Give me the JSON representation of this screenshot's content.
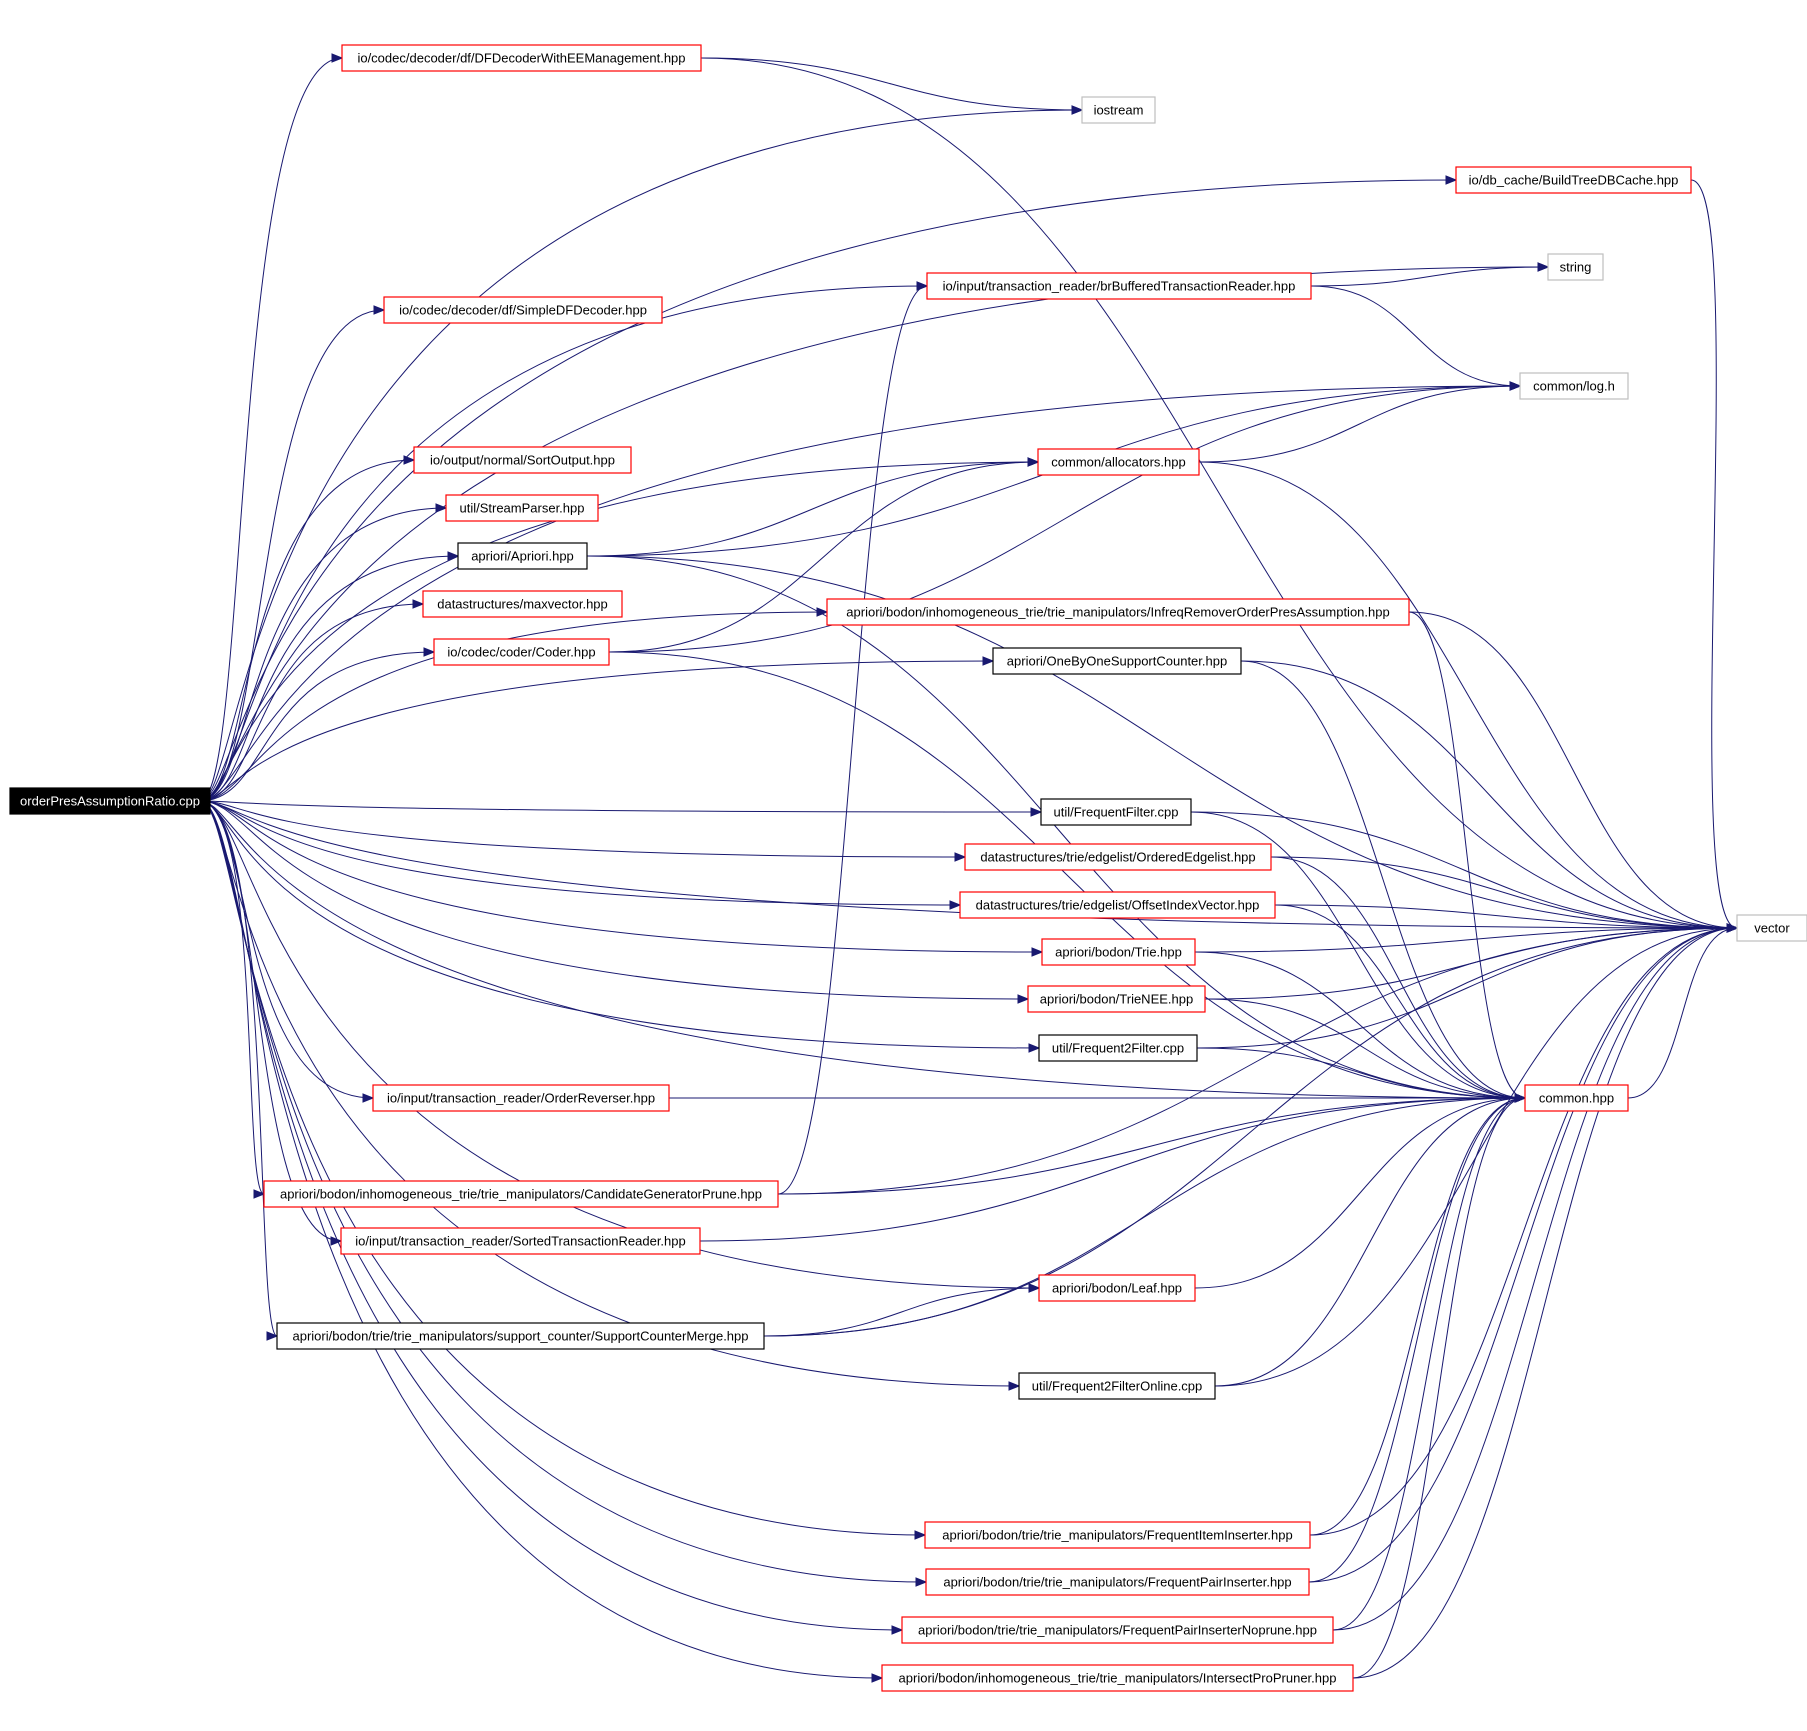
{
  "graph": {
    "root": "orderPresAssumptionRatio.cpp",
    "nodes": [
      {
        "id": "root",
        "label": "orderPresAssumptionRatio.cpp",
        "style": "root"
      },
      {
        "id": "dfdee",
        "label": "io/codec/decoder/df/DFDecoderWithEEManagement.hpp",
        "style": "red"
      },
      {
        "id": "iostream",
        "label": "iostream",
        "style": "gray"
      },
      {
        "id": "btdb",
        "label": "io/db_cache/BuildTreeDBCache.hpp",
        "style": "red"
      },
      {
        "id": "string",
        "label": "string",
        "style": "gray"
      },
      {
        "id": "brbuf",
        "label": "io/input/transaction_reader/brBufferedTransactionReader.hpp",
        "style": "red"
      },
      {
        "id": "sdf",
        "label": "io/codec/decoder/df/SimpleDFDecoder.hpp",
        "style": "red"
      },
      {
        "id": "log",
        "label": "common/log.h",
        "style": "gray"
      },
      {
        "id": "alloc",
        "label": "common/allocators.hpp",
        "style": "red"
      },
      {
        "id": "sortout",
        "label": "io/output/normal/SortOutput.hpp",
        "style": "red"
      },
      {
        "id": "streamp",
        "label": "util/StreamParser.hpp",
        "style": "red"
      },
      {
        "id": "apriori",
        "label": "apriori/Apriori.hpp",
        "style": "black"
      },
      {
        "id": "maxvec",
        "label": "datastructures/maxvector.hpp",
        "style": "red"
      },
      {
        "id": "infreq",
        "label": "apriori/bodon/inhomogeneous_trie/trie_manipulators/InfreqRemoverOrderPresAssumption.hpp",
        "style": "red"
      },
      {
        "id": "coder",
        "label": "io/codec/coder/Coder.hpp",
        "style": "red"
      },
      {
        "id": "obo",
        "label": "apriori/OneByOneSupportCounter.hpp",
        "style": "black"
      },
      {
        "id": "ff",
        "label": "util/FrequentFilter.cpp",
        "style": "black"
      },
      {
        "id": "oel",
        "label": "datastructures/trie/edgelist/OrderedEdgelist.hpp",
        "style": "red"
      },
      {
        "id": "oiv",
        "label": "datastructures/trie/edgelist/OffsetIndexVector.hpp",
        "style": "red"
      },
      {
        "id": "vector",
        "label": "vector",
        "style": "gray"
      },
      {
        "id": "trie",
        "label": "apriori/bodon/Trie.hpp",
        "style": "red"
      },
      {
        "id": "trienee",
        "label": "apriori/bodon/TrieNEE.hpp",
        "style": "red"
      },
      {
        "id": "f2f",
        "label": "util/Frequent2Filter.cpp",
        "style": "black"
      },
      {
        "id": "orev",
        "label": "io/input/transaction_reader/OrderReverser.hpp",
        "style": "red"
      },
      {
        "id": "common",
        "label": "common.hpp",
        "style": "red"
      },
      {
        "id": "cgp",
        "label": "apriori/bodon/inhomogeneous_trie/trie_manipulators/CandidateGeneratorPrune.hpp",
        "style": "red"
      },
      {
        "id": "str",
        "label": "io/input/transaction_reader/SortedTransactionReader.hpp",
        "style": "red"
      },
      {
        "id": "leaf",
        "label": "apriori/bodon/Leaf.hpp",
        "style": "red"
      },
      {
        "id": "scm",
        "label": "apriori/bodon/trie/trie_manipulators/support_counter/SupportCounterMerge.hpp",
        "style": "black"
      },
      {
        "id": "f2fo",
        "label": "util/Frequent2FilterOnline.cpp",
        "style": "black"
      },
      {
        "id": "fii",
        "label": "apriori/bodon/trie/trie_manipulators/FrequentItemInserter.hpp",
        "style": "red"
      },
      {
        "id": "fpi",
        "label": "apriori/bodon/trie/trie_manipulators/FrequentPairInserter.hpp",
        "style": "red"
      },
      {
        "id": "fpin",
        "label": "apriori/bodon/trie/trie_manipulators/FrequentPairInserterNoprune.hpp",
        "style": "red"
      },
      {
        "id": "ipp",
        "label": "apriori/bodon/inhomogeneous_trie/trie_manipulators/IntersectProPruner.hpp",
        "style": "red"
      }
    ],
    "edges": [
      [
        "root",
        "dfdee"
      ],
      [
        "root",
        "iostream"
      ],
      [
        "root",
        "btdb"
      ],
      [
        "root",
        "string"
      ],
      [
        "root",
        "brbuf"
      ],
      [
        "root",
        "sdf"
      ],
      [
        "root",
        "log"
      ],
      [
        "root",
        "alloc"
      ],
      [
        "root",
        "sortout"
      ],
      [
        "root",
        "streamp"
      ],
      [
        "root",
        "apriori"
      ],
      [
        "root",
        "maxvec"
      ],
      [
        "root",
        "infreq"
      ],
      [
        "root",
        "coder"
      ],
      [
        "root",
        "obo"
      ],
      [
        "root",
        "ff"
      ],
      [
        "root",
        "oel"
      ],
      [
        "root",
        "oiv"
      ],
      [
        "root",
        "vector"
      ],
      [
        "root",
        "trie"
      ],
      [
        "root",
        "trienee"
      ],
      [
        "root",
        "f2f"
      ],
      [
        "root",
        "orev"
      ],
      [
        "root",
        "common"
      ],
      [
        "root",
        "cgp"
      ],
      [
        "root",
        "str"
      ],
      [
        "root",
        "leaf"
      ],
      [
        "root",
        "scm"
      ],
      [
        "root",
        "f2fo"
      ],
      [
        "root",
        "fii"
      ],
      [
        "root",
        "fpi"
      ],
      [
        "root",
        "fpin"
      ],
      [
        "root",
        "ipp"
      ],
      [
        "dfdee",
        "iostream"
      ],
      [
        "dfdee",
        "vector"
      ],
      [
        "btdb",
        "vector"
      ],
      [
        "brbuf",
        "string"
      ],
      [
        "brbuf",
        "log"
      ],
      [
        "alloc",
        "log"
      ],
      [
        "alloc",
        "vector"
      ],
      [
        "apriori",
        "alloc"
      ],
      [
        "apriori",
        "log"
      ],
      [
        "apriori",
        "vector"
      ],
      [
        "apriori",
        "common"
      ],
      [
        "infreq",
        "vector"
      ],
      [
        "infreq",
        "common"
      ],
      [
        "coder",
        "alloc"
      ],
      [
        "coder",
        "log"
      ],
      [
        "coder",
        "common"
      ],
      [
        "obo",
        "vector"
      ],
      [
        "obo",
        "common"
      ],
      [
        "ff",
        "vector"
      ],
      [
        "ff",
        "common"
      ],
      [
        "oel",
        "vector"
      ],
      [
        "oel",
        "common"
      ],
      [
        "oiv",
        "vector"
      ],
      [
        "oiv",
        "common"
      ],
      [
        "trie",
        "vector"
      ],
      [
        "trie",
        "common"
      ],
      [
        "trienee",
        "vector"
      ],
      [
        "trienee",
        "common"
      ],
      [
        "f2f",
        "vector"
      ],
      [
        "f2f",
        "common"
      ],
      [
        "orev",
        "common"
      ],
      [
        "common",
        "vector"
      ],
      [
        "cgp",
        "brbuf"
      ],
      [
        "cgp",
        "common"
      ],
      [
        "cgp",
        "vector"
      ],
      [
        "str",
        "common"
      ],
      [
        "leaf",
        "common"
      ],
      [
        "scm",
        "leaf"
      ],
      [
        "scm",
        "common"
      ],
      [
        "scm",
        "vector"
      ],
      [
        "f2fo",
        "vector"
      ],
      [
        "f2fo",
        "common"
      ],
      [
        "fii",
        "vector"
      ],
      [
        "fii",
        "common"
      ],
      [
        "fpi",
        "vector"
      ],
      [
        "fpi",
        "common"
      ],
      [
        "fpin",
        "vector"
      ],
      [
        "fpin",
        "common"
      ],
      [
        "ipp",
        "vector"
      ],
      [
        "ipp",
        "common"
      ]
    ]
  }
}
